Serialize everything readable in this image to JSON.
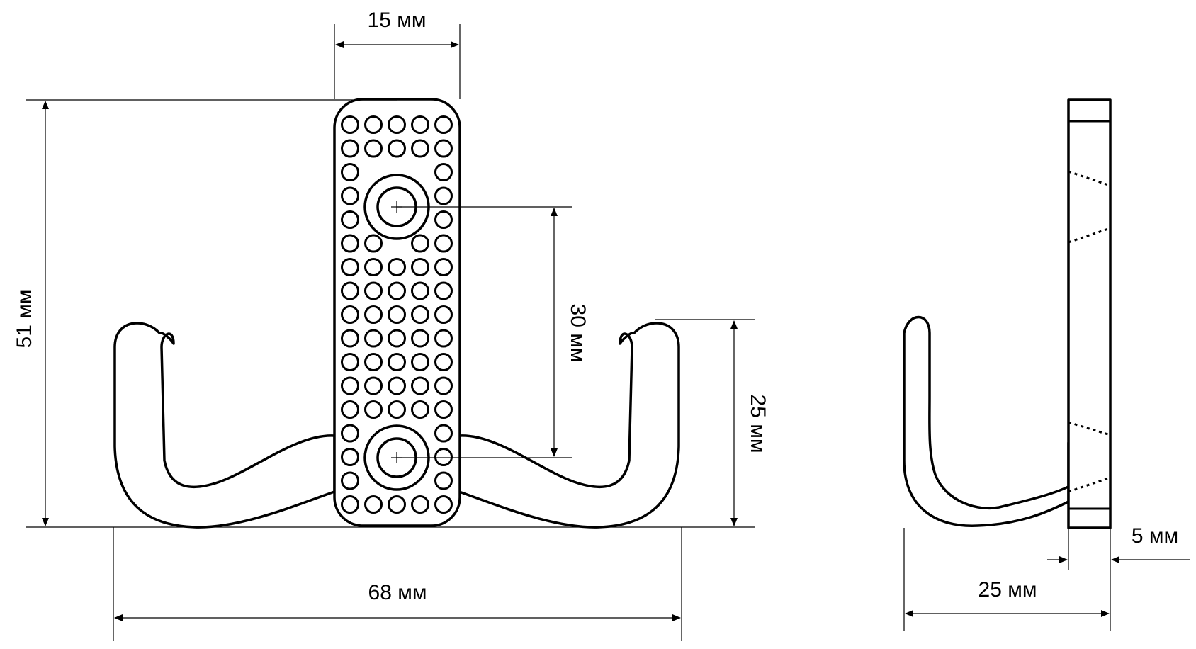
{
  "colors": {
    "line": "#000000",
    "background": "#ffffff"
  },
  "dimensions": {
    "plate_width": "15 мм",
    "total_height": "51 мм",
    "hole_spacing": "30 мм",
    "hook_height": "25 мм",
    "total_width": "68 мм",
    "thickness": "5 мм",
    "depth": "25 мм"
  }
}
